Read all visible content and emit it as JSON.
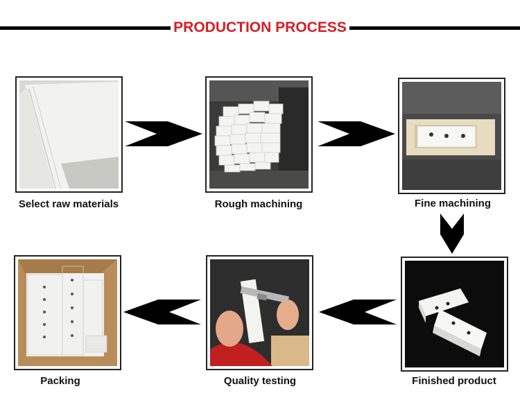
{
  "header": {
    "title": "PRODUCTION PROCESS",
    "title_color": "#d41f26"
  },
  "steps": [
    {
      "label": "Select raw materials"
    },
    {
      "label": "Rough machining"
    },
    {
      "label": "Fine machining"
    },
    {
      "label": "Finished product"
    },
    {
      "label": "Quality testing"
    },
    {
      "label": "Packing"
    }
  ]
}
